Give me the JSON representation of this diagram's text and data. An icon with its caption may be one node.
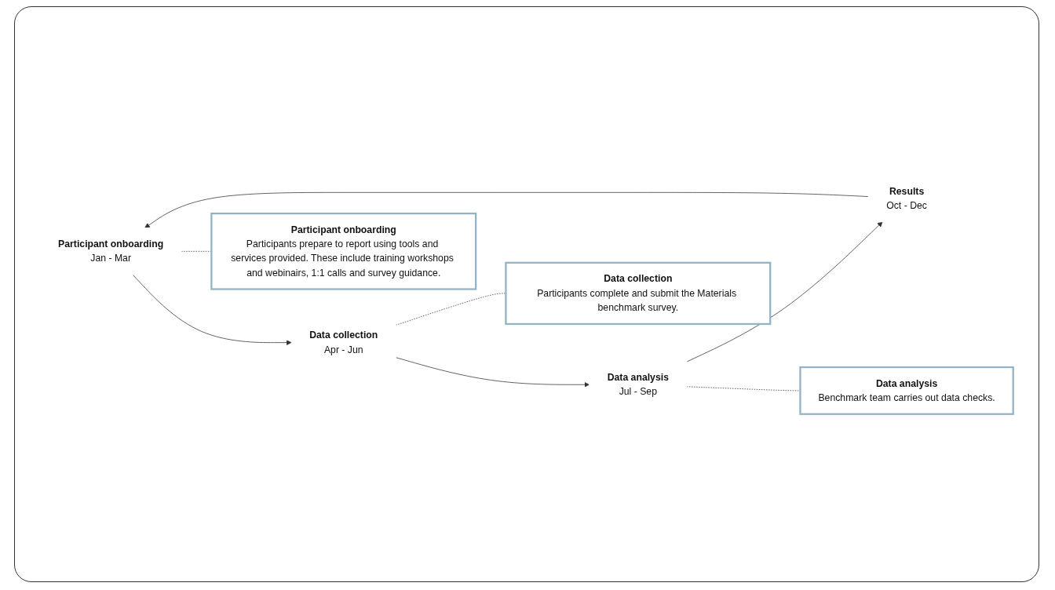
{
  "diagram": {
    "nodes": [
      {
        "text": [
          "Participant onboarding",
          "Jan - Mar"
        ]
      },
      {
        "text": [
          "Data collection",
          "Apr - Jun"
        ]
      },
      {
        "text": [
          "Data analysis",
          "Jul - Sep"
        ]
      },
      {
        "text": [
          "Results",
          "Oct - Dec"
        ]
      },
      {
        "text": [
          "Participant onboarding",
          "Participants prepare to report using tools and services provided. These include training workshops and webinairs, 1:1 calls and survey guidance."
        ]
      },
      {
        "text": [
          "Data collection",
          "Participants complete and submit the Materials benchmark survey."
        ]
      },
      {
        "text": [
          "Data analysis",
          "Benchmark team carries out data checks."
        ]
      }
    ],
    "edges": [
      {
        "from": 0,
        "to": 1,
        "arrow": "to"
      },
      {
        "from": 1,
        "to": 2,
        "arrow": "to"
      },
      {
        "from": 2,
        "to": 3,
        "arrow": "to"
      },
      {
        "from": 3,
        "to": 0,
        "arrow": "to"
      },
      {
        "from": 0,
        "to": 4,
        "arrow": "none",
        "style": "dashed"
      },
      {
        "from": 1,
        "to": 5,
        "arrow": "none",
        "style": "dashed"
      },
      {
        "from": 2,
        "to": 6,
        "arrow": "none",
        "style": "dashed"
      }
    ]
  }
}
